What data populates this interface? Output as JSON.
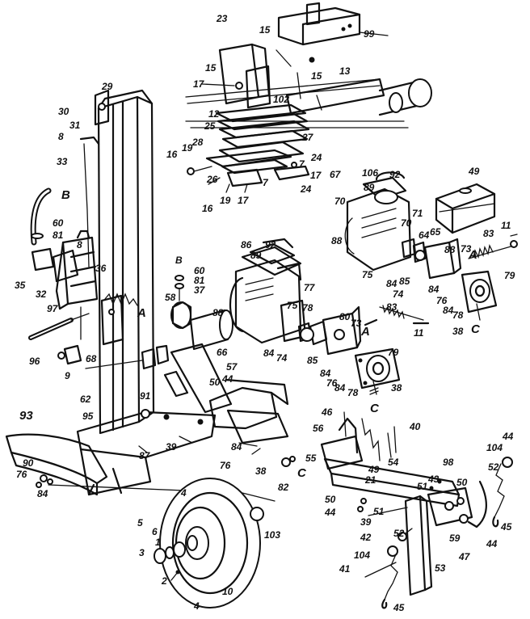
{
  "diagram": {
    "header_fragment": "",
    "callouts": [
      {
        "label": "99"
      },
      {
        "label": "23"
      },
      {
        "label": "15"
      },
      {
        "label": "13"
      },
      {
        "label": "15"
      },
      {
        "label": "15"
      },
      {
        "label": "17"
      },
      {
        "label": "102"
      },
      {
        "label": "12"
      },
      {
        "label": "25"
      },
      {
        "label": "27"
      },
      {
        "label": "29"
      },
      {
        "label": "30"
      },
      {
        "label": "31"
      },
      {
        "label": "8"
      },
      {
        "label": "28"
      },
      {
        "label": "16"
      },
      {
        "label": "19"
      },
      {
        "label": "24"
      },
      {
        "label": "7"
      },
      {
        "label": "17"
      },
      {
        "label": "26"
      },
      {
        "label": "7"
      },
      {
        "label": "24"
      },
      {
        "label": "33"
      },
      {
        "label": "16"
      },
      {
        "label": "19"
      },
      {
        "label": "17"
      },
      {
        "label": "B"
      },
      {
        "label": "60"
      },
      {
        "label": "81"
      },
      {
        "label": "8"
      },
      {
        "label": "35"
      },
      {
        "label": "36"
      },
      {
        "label": "32"
      },
      {
        "label": "97"
      },
      {
        "label": "96"
      },
      {
        "label": "9"
      },
      {
        "label": "68"
      },
      {
        "label": "62"
      },
      {
        "label": "93"
      },
      {
        "label": "95"
      },
      {
        "label": "90"
      },
      {
        "label": "76"
      },
      {
        "label": "84"
      },
      {
        "label": "B"
      },
      {
        "label": "60"
      },
      {
        "label": "81"
      },
      {
        "label": "37"
      },
      {
        "label": "58"
      },
      {
        "label": "A"
      },
      {
        "label": "66"
      },
      {
        "label": "57"
      },
      {
        "label": "50"
      },
      {
        "label": "44"
      },
      {
        "label": "91"
      },
      {
        "label": "39"
      },
      {
        "label": "87"
      },
      {
        "label": "84"
      },
      {
        "label": "76"
      },
      {
        "label": "4"
      },
      {
        "label": "5"
      },
      {
        "label": "6"
      },
      {
        "label": "1"
      },
      {
        "label": "3"
      },
      {
        "label": "2"
      },
      {
        "label": "4"
      },
      {
        "label": "10"
      },
      {
        "label": "103"
      },
      {
        "label": "86"
      },
      {
        "label": "92"
      },
      {
        "label": "89"
      },
      {
        "label": "77"
      },
      {
        "label": "88"
      },
      {
        "label": "75"
      },
      {
        "label": "78"
      },
      {
        "label": "80"
      },
      {
        "label": "73"
      },
      {
        "label": "A"
      },
      {
        "label": "83"
      },
      {
        "label": "11"
      },
      {
        "label": "84"
      },
      {
        "label": "74"
      },
      {
        "label": "85"
      },
      {
        "label": "84"
      },
      {
        "label": "76"
      },
      {
        "label": "84"
      },
      {
        "label": "78"
      },
      {
        "label": "79"
      },
      {
        "label": "38"
      },
      {
        "label": "C"
      },
      {
        "label": "38"
      },
      {
        "label": "C"
      },
      {
        "label": "82"
      },
      {
        "label": "106"
      },
      {
        "label": "92"
      },
      {
        "label": "67"
      },
      {
        "label": "70"
      },
      {
        "label": "89"
      },
      {
        "label": "49"
      },
      {
        "label": "71"
      },
      {
        "label": "70"
      },
      {
        "label": "88"
      },
      {
        "label": "64"
      },
      {
        "label": "65"
      },
      {
        "label": "88"
      },
      {
        "label": "73"
      },
      {
        "label": "A"
      },
      {
        "label": "83"
      },
      {
        "label": "11"
      },
      {
        "label": "75"
      },
      {
        "label": "84"
      },
      {
        "label": "85"
      },
      {
        "label": "74"
      },
      {
        "label": "84"
      },
      {
        "label": "76"
      },
      {
        "label": "84"
      },
      {
        "label": "78"
      },
      {
        "label": "79"
      },
      {
        "label": "38"
      },
      {
        "label": "C"
      },
      {
        "label": "46"
      },
      {
        "label": "40"
      },
      {
        "label": "56"
      },
      {
        "label": "55"
      },
      {
        "label": "49"
      },
      {
        "label": "21"
      },
      {
        "label": "54"
      },
      {
        "label": "104"
      },
      {
        "label": "44"
      },
      {
        "label": "98"
      },
      {
        "label": "52"
      },
      {
        "label": "43"
      },
      {
        "label": "51"
      },
      {
        "label": "50"
      },
      {
        "label": "50"
      },
      {
        "label": "44"
      },
      {
        "label": "51"
      },
      {
        "label": "39"
      },
      {
        "label": "52"
      },
      {
        "label": "42"
      },
      {
        "label": "59"
      },
      {
        "label": "45"
      },
      {
        "label": "47"
      },
      {
        "label": "44"
      },
      {
        "label": "104"
      },
      {
        "label": "41"
      },
      {
        "label": "53"
      },
      {
        "label": "45"
      }
    ]
  }
}
